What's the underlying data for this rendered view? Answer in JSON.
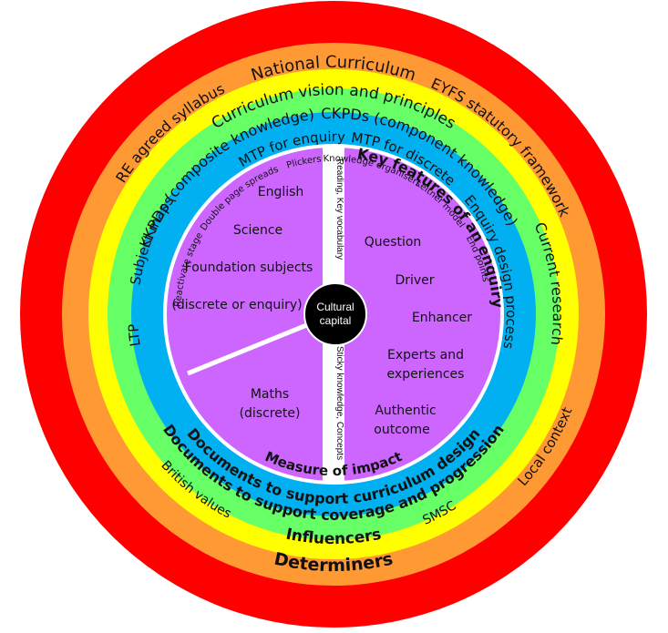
{
  "rings": {
    "determiners": {
      "color": "#ff0000",
      "title": "Determiners",
      "items": [
        "National Curriculum",
        "RE agreed syllabus",
        "EYFS statutory framework",
        "Local context"
      ]
    },
    "influencers": {
      "color": "#ff9933",
      "title": "Influencers",
      "items": [
        "Curriculum vision and principles",
        "Current research",
        "British values",
        "SMSC"
      ]
    },
    "coverage": {
      "color": "#ffff00",
      "title": "Documents to support coverage and progression",
      "items": [
        "CKPDs  (component knowledge)",
        "KKPDs (composite knowledge)",
        "Subject maps",
        "LTP"
      ]
    },
    "design": {
      "color": "#66ff66",
      "title": "Documents to support curriculum design",
      "items": [
        "MTP for enquiry",
        "MTP for discrete",
        "Enquiry design process"
      ]
    },
    "impact": {
      "color": "#00b0f0",
      "title": "Measure of impact",
      "items": [
        "Plickers",
        "Knowledge organisers",
        "Double page spreads",
        "Leitner model",
        "Reactivate stage",
        "End points"
      ]
    }
  },
  "core": {
    "color": "#cc66ff",
    "center_label_1": "Cultural",
    "center_label_2": "capital",
    "left_subjects": [
      "English",
      "Science",
      "Foundation subjects",
      "(discrete or enquiry)"
    ],
    "maths": [
      "Maths",
      "(discrete)"
    ],
    "strip_top": "Reading, Key vocabulary",
    "strip_bottom": "Sticky knowledge, Concepts",
    "enquiry_title": "Key features of an enquiry",
    "enquiry_items": [
      "Question",
      "Driver",
      "Enhancer",
      "Experts and",
      "experiences",
      "Authentic",
      "outcome"
    ]
  }
}
